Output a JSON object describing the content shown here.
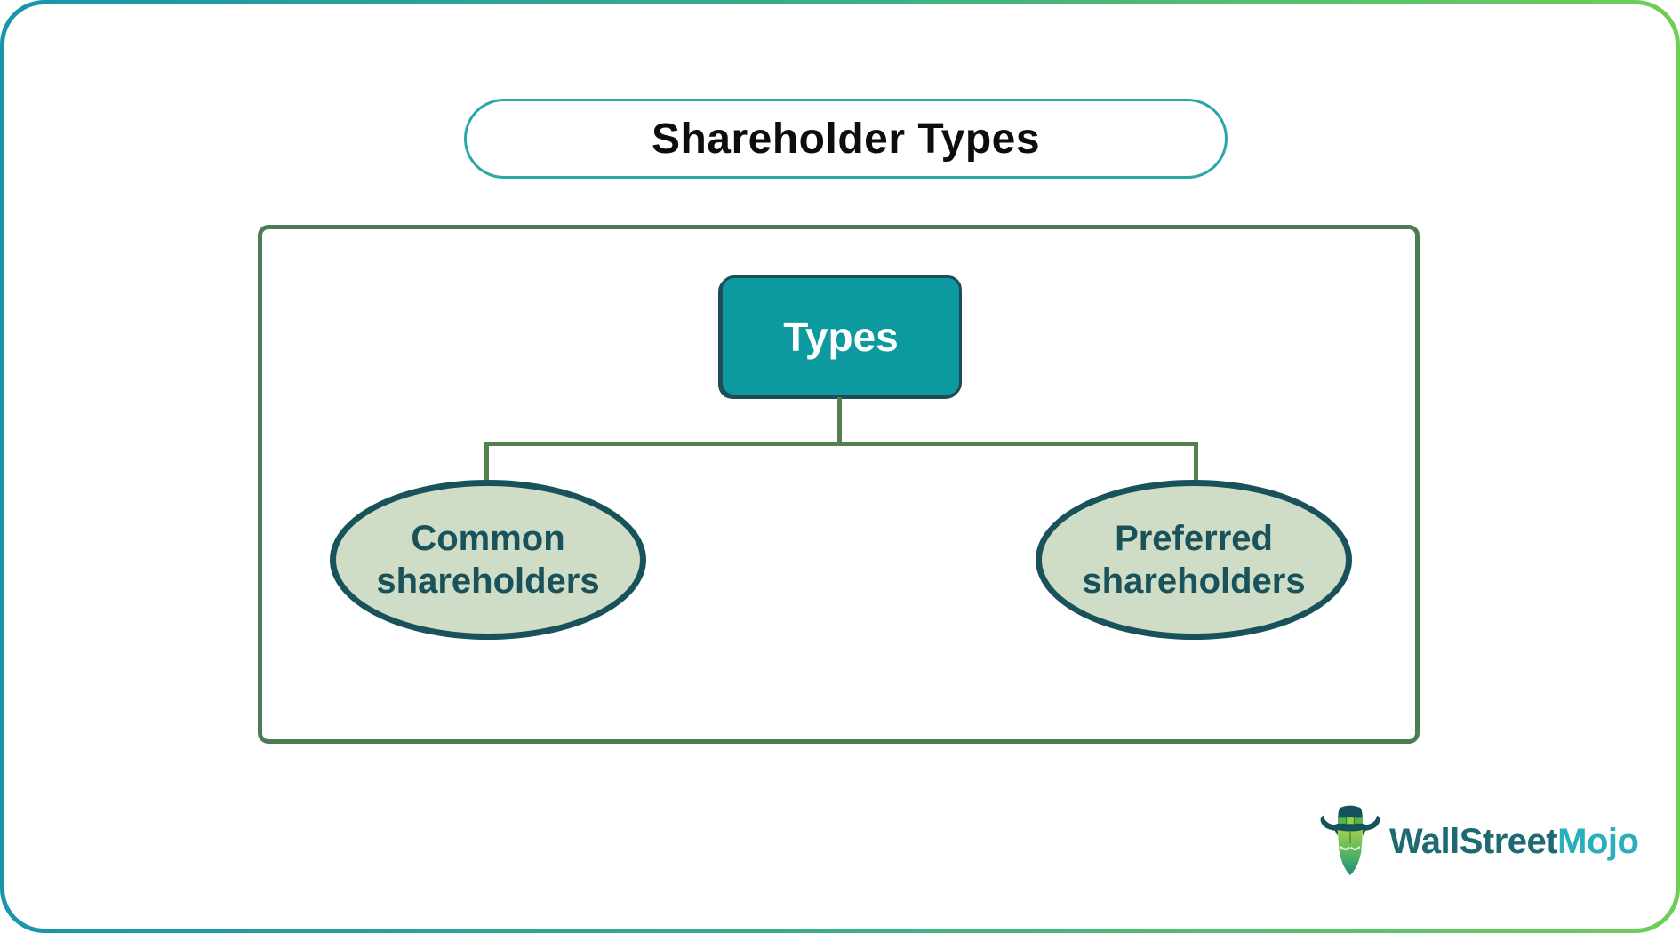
{
  "title": {
    "label": "Shareholder Types"
  },
  "tree": {
    "root": {
      "label": "Types"
    },
    "children": [
      {
        "lines": [
          "Common",
          "shareholders"
        ]
      },
      {
        "lines": [
          "Preferred",
          "shareholders"
        ]
      }
    ]
  },
  "logo": {
    "text_primary": "WallStreet",
    "text_accent": "Mojo",
    "icon": "bull-with-top-hat-icon"
  },
  "colors": {
    "frame_gradient_left": "#1895AC",
    "frame_gradient_right": "#6FCE57",
    "title_pill_border": "#2BA7A8",
    "title_text": "#0D0D0D",
    "container_border": "#4B7D53",
    "connector_line": "#53804E",
    "root_node_fill": "#0C99A0",
    "root_node_border": "#1D4E57",
    "root_node_text": "#FFFFFF",
    "leaf_fill": "#CFDCC6",
    "leaf_border": "#19525A",
    "leaf_text": "#19525A",
    "logo_primary": "#1D6A72",
    "logo_accent": "#29AEBC"
  }
}
